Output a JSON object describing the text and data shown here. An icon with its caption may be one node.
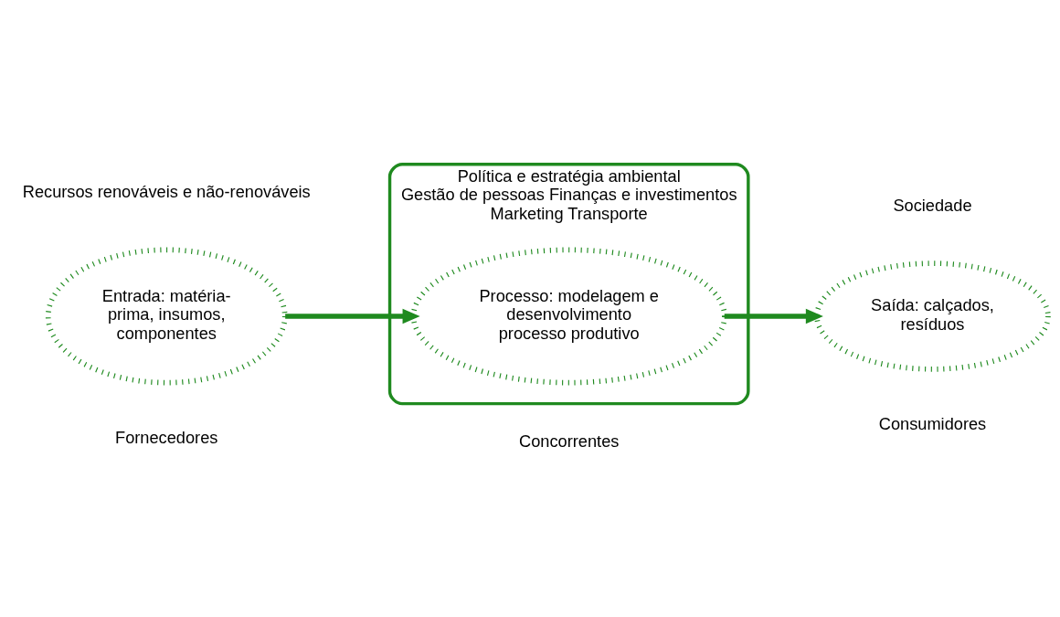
{
  "diagram": {
    "nodes": [
      {
        "text": [
          "Política e estratégia ambiental",
          "Gestão de pessoas Finanças e investimentos",
          "Marketing Transporte"
        ]
      },
      {
        "text": [
          "Entrada: matéria-prima, insumos, componentes"
        ]
      },
      {
        "text": [
          "Processo: modelagem e desenvolvimento processo produtivo"
        ],
        "in": 0
      },
      {
        "text": [
          "Saída: calçados, resíduos"
        ]
      }
    ],
    "edges": [
      {
        "from": 1,
        "to": 2,
        "arrow": "to"
      },
      {
        "from": 2,
        "to": 3,
        "arrow": "to"
      }
    ],
    "labels": [
      "Recursos renováveis e não-renováveis",
      "Sociedade",
      "Fornecedores",
      "Concorrentes",
      "Consumidores"
    ]
  }
}
